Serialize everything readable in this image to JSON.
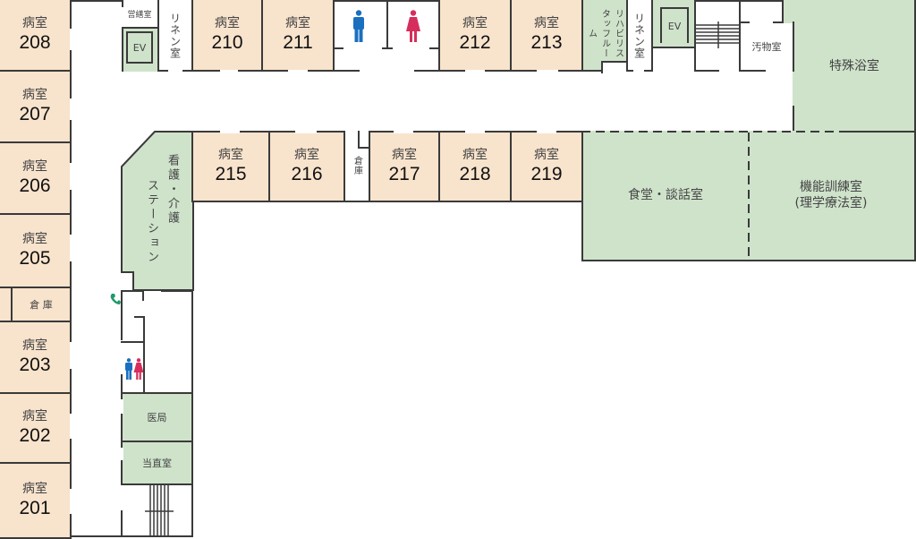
{
  "floor": {
    "patient_rooms": [
      {
        "label": "病室",
        "number": "208"
      },
      {
        "label": "病室",
        "number": "207"
      },
      {
        "label": "病室",
        "number": "206"
      },
      {
        "label": "病室",
        "number": "205"
      },
      {
        "label": "病室",
        "number": "203"
      },
      {
        "label": "病室",
        "number": "202"
      },
      {
        "label": "病室",
        "number": "201"
      },
      {
        "label": "病室",
        "number": "210"
      },
      {
        "label": "病室",
        "number": "211"
      },
      {
        "label": "病室",
        "number": "212"
      },
      {
        "label": "病室",
        "number": "213"
      },
      {
        "label": "病室",
        "number": "215"
      },
      {
        "label": "病室",
        "number": "216"
      },
      {
        "label": "病室",
        "number": "217"
      },
      {
        "label": "病室",
        "number": "218"
      },
      {
        "label": "病室",
        "number": "219"
      }
    ],
    "rooms": {
      "storage_west": "倉 庫",
      "storage_center": "倉庫",
      "maintenance": "営繕室",
      "elevator_west": "EV",
      "elevator_east": "EV",
      "linen_west": "リネン室",
      "linen_east": "リネン室",
      "rehab_staff": "リハビリスタッフルーム",
      "soiled_utility": "汚物室",
      "special_bath": "特殊浴室",
      "dining": "食堂・談話室",
      "training_line1": "機能訓練室",
      "training_line2": "(理学療法室)",
      "nurse_station_line1": "看護・介護",
      "nurse_station_line2": "ステーション",
      "medical_office": "医局",
      "duty_room": "当直室"
    },
    "icons": {
      "male_toilet": "male-toilet-icon",
      "female_toilet": "female-toilet-icon",
      "phone": "phone-icon",
      "stairs": "stairs-icon"
    },
    "colors": {
      "patient_room": "#f8e3cc",
      "facility_room": "#cfe3cb",
      "wall": "#3a3a3a",
      "male": "#1a6fbf",
      "female": "#d62e5c",
      "phone": "#1f9a6a"
    }
  }
}
